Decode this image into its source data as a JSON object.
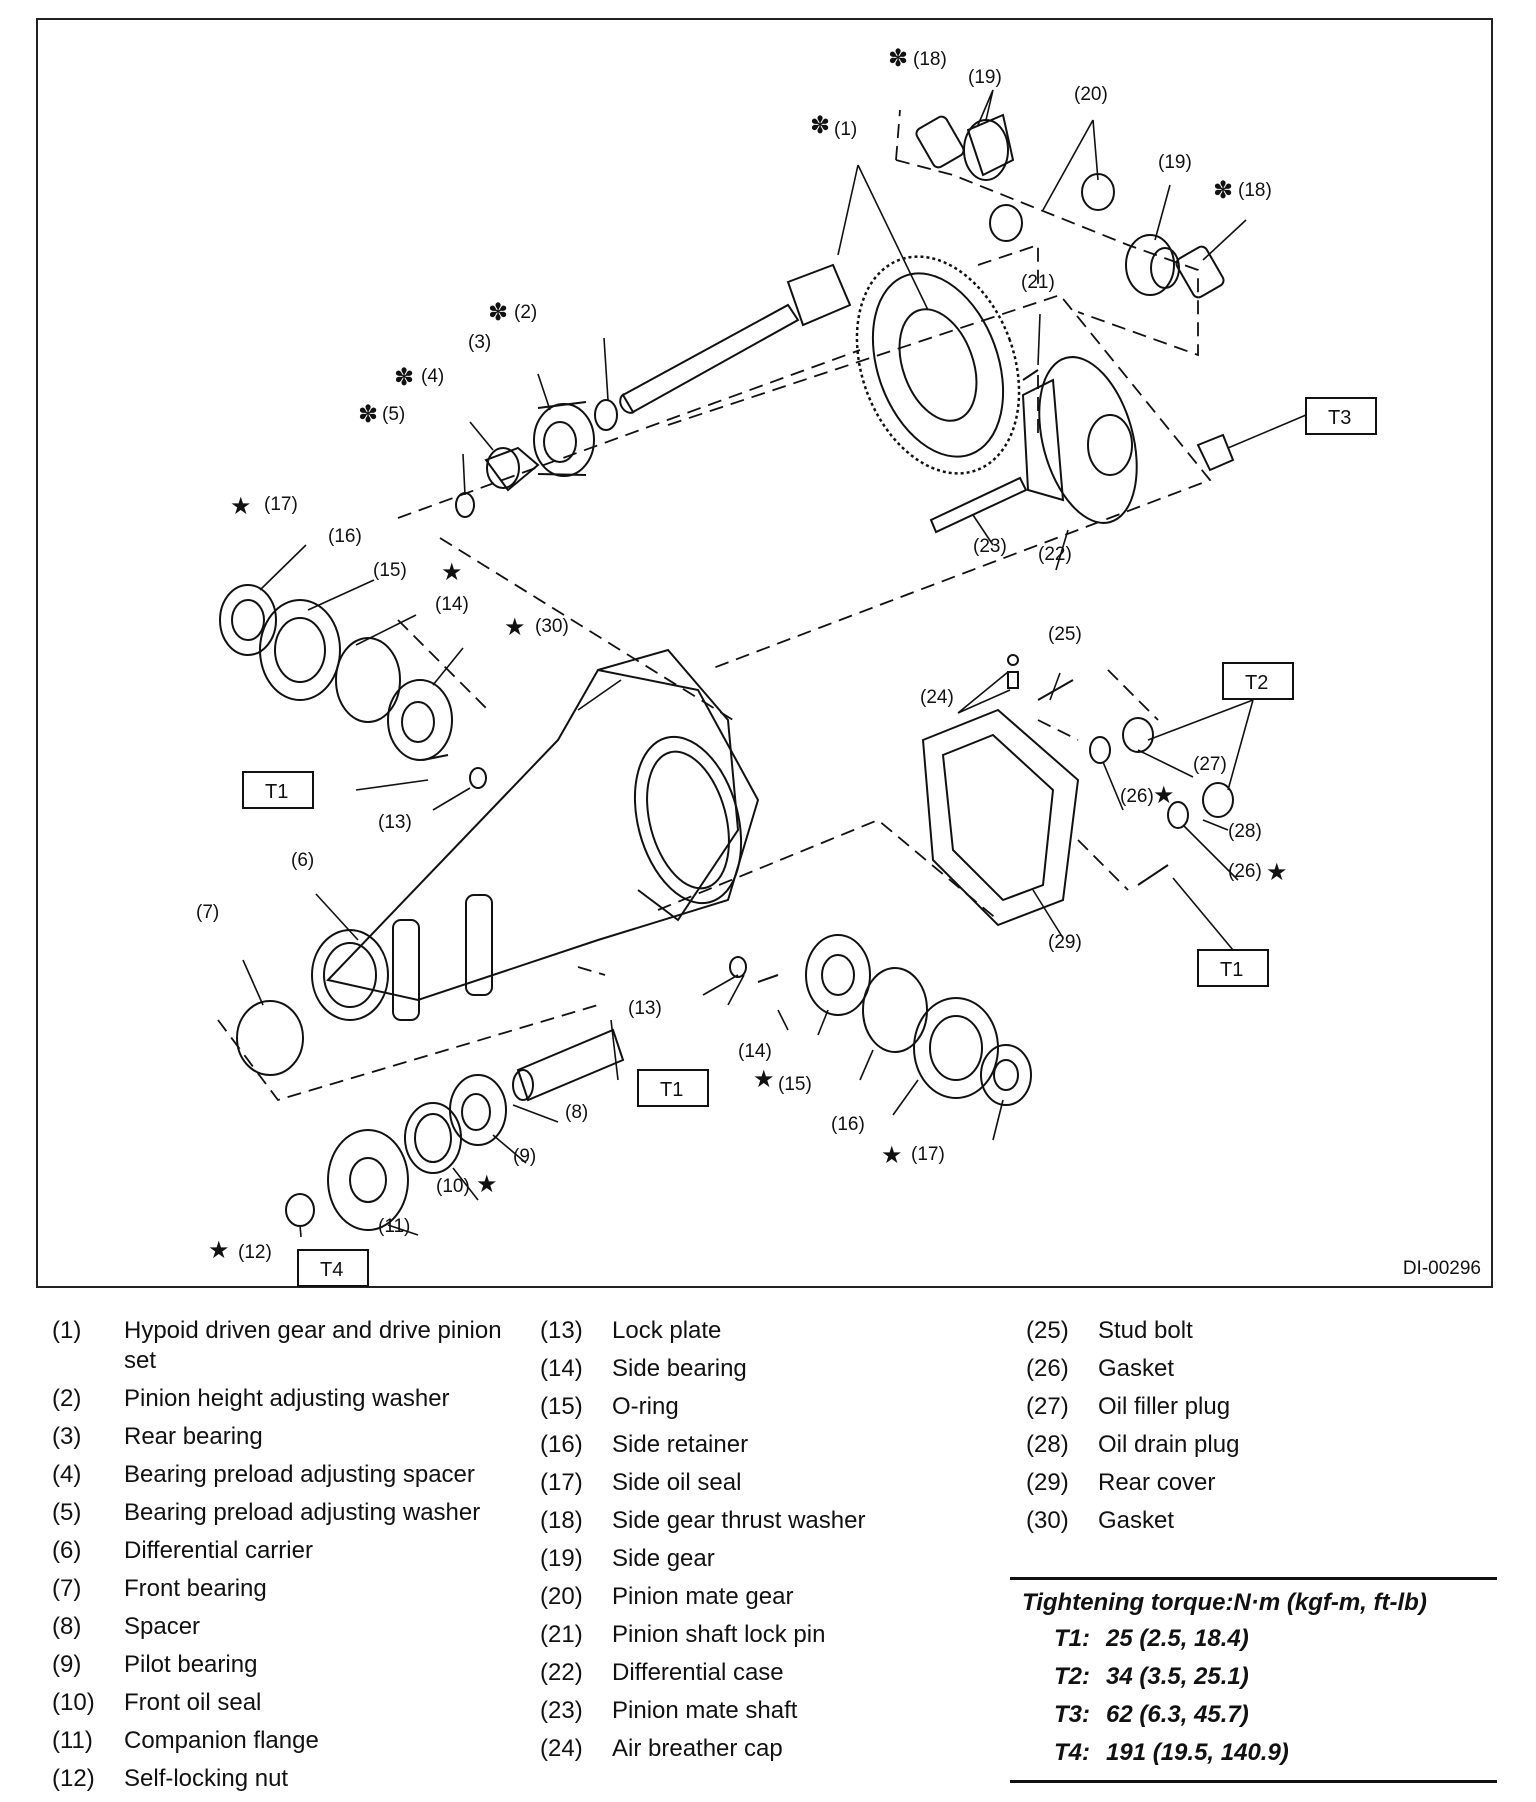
{
  "figure_id": "DI-00296",
  "callouts": {
    "c1": "(1)",
    "c2": "(2)",
    "c3": "(3)",
    "c4": "(4)",
    "c5": "(5)",
    "c6": "(6)",
    "c7": "(7)",
    "c8": "(8)",
    "c9": "(9)",
    "c10": "(10)",
    "c11": "(11)",
    "c12": "(12)",
    "c13a": "(13)",
    "c13b": "(13)",
    "c14a": "(14)",
    "c14b": "(14)",
    "c15a": "(15)",
    "c15b": "(15)",
    "c16a": "(16)",
    "c16b": "(16)",
    "c17a": "(17)",
    "c17b": "(17)",
    "c18a": "(18)",
    "c18b": "(18)",
    "c19a": "(19)",
    "c19b": "(19)",
    "c20": "(20)",
    "c21": "(21)",
    "c22": "(22)",
    "c23": "(23)",
    "c24": "(24)",
    "c25": "(25)",
    "c26a": "(26)",
    "c26b": "(26)",
    "c27": "(27)",
    "c28": "(28)",
    "c29": "(29)",
    "c30": "(30)"
  },
  "torque_boxes": {
    "b1": "T1",
    "b2": "T1",
    "b3": "T1",
    "b4": "T2",
    "b5": "T3",
    "b6": "T4"
  },
  "legend": {
    "col1": [
      {
        "num": "(1)",
        "name": "Hypoid driven gear and drive pinion set"
      },
      {
        "num": "(2)",
        "name": "Pinion height adjusting washer"
      },
      {
        "num": "(3)",
        "name": "Rear bearing"
      },
      {
        "num": "(4)",
        "name": "Bearing preload adjusting spacer"
      },
      {
        "num": "(5)",
        "name": "Bearing preload adjusting washer"
      },
      {
        "num": "(6)",
        "name": "Differential carrier"
      },
      {
        "num": "(7)",
        "name": "Front bearing"
      },
      {
        "num": "(8)",
        "name": "Spacer"
      },
      {
        "num": "(9)",
        "name": "Pilot bearing"
      },
      {
        "num": "(10)",
        "name": "Front oil seal"
      },
      {
        "num": "(11)",
        "name": "Companion flange"
      },
      {
        "num": "(12)",
        "name": "Self-locking nut"
      }
    ],
    "col2": [
      {
        "num": "(13)",
        "name": "Lock plate"
      },
      {
        "num": "(14)",
        "name": "Side bearing"
      },
      {
        "num": "(15)",
        "name": "O-ring"
      },
      {
        "num": "(16)",
        "name": "Side retainer"
      },
      {
        "num": "(17)",
        "name": "Side oil seal"
      },
      {
        "num": "(18)",
        "name": "Side gear thrust washer"
      },
      {
        "num": "(19)",
        "name": "Side gear"
      },
      {
        "num": "(20)",
        "name": "Pinion mate gear"
      },
      {
        "num": "(21)",
        "name": "Pinion shaft lock pin"
      },
      {
        "num": "(22)",
        "name": "Differential case"
      },
      {
        "num": "(23)",
        "name": "Pinion mate shaft"
      },
      {
        "num": "(24)",
        "name": "Air breather cap"
      }
    ],
    "col3": [
      {
        "num": "(25)",
        "name": "Stud bolt"
      },
      {
        "num": "(26)",
        "name": "Gasket"
      },
      {
        "num": "(27)",
        "name": "Oil filler plug"
      },
      {
        "num": "(28)",
        "name": "Oil drain plug"
      },
      {
        "num": "(29)",
        "name": "Rear cover"
      },
      {
        "num": "(30)",
        "name": "Gasket"
      }
    ]
  },
  "torque": {
    "title": "Tightening torque:N·m (kgf-m, ft-lb)",
    "rows": [
      {
        "code": "T1:",
        "value": "25 (2.5, 18.4)"
      },
      {
        "code": "T2:",
        "value": "34 (3.5, 25.1)"
      },
      {
        "code": "T3:",
        "value": "62 (6.3, 45.7)"
      },
      {
        "code": "T4:",
        "value": "191 (19.5, 140.9)"
      }
    ]
  }
}
